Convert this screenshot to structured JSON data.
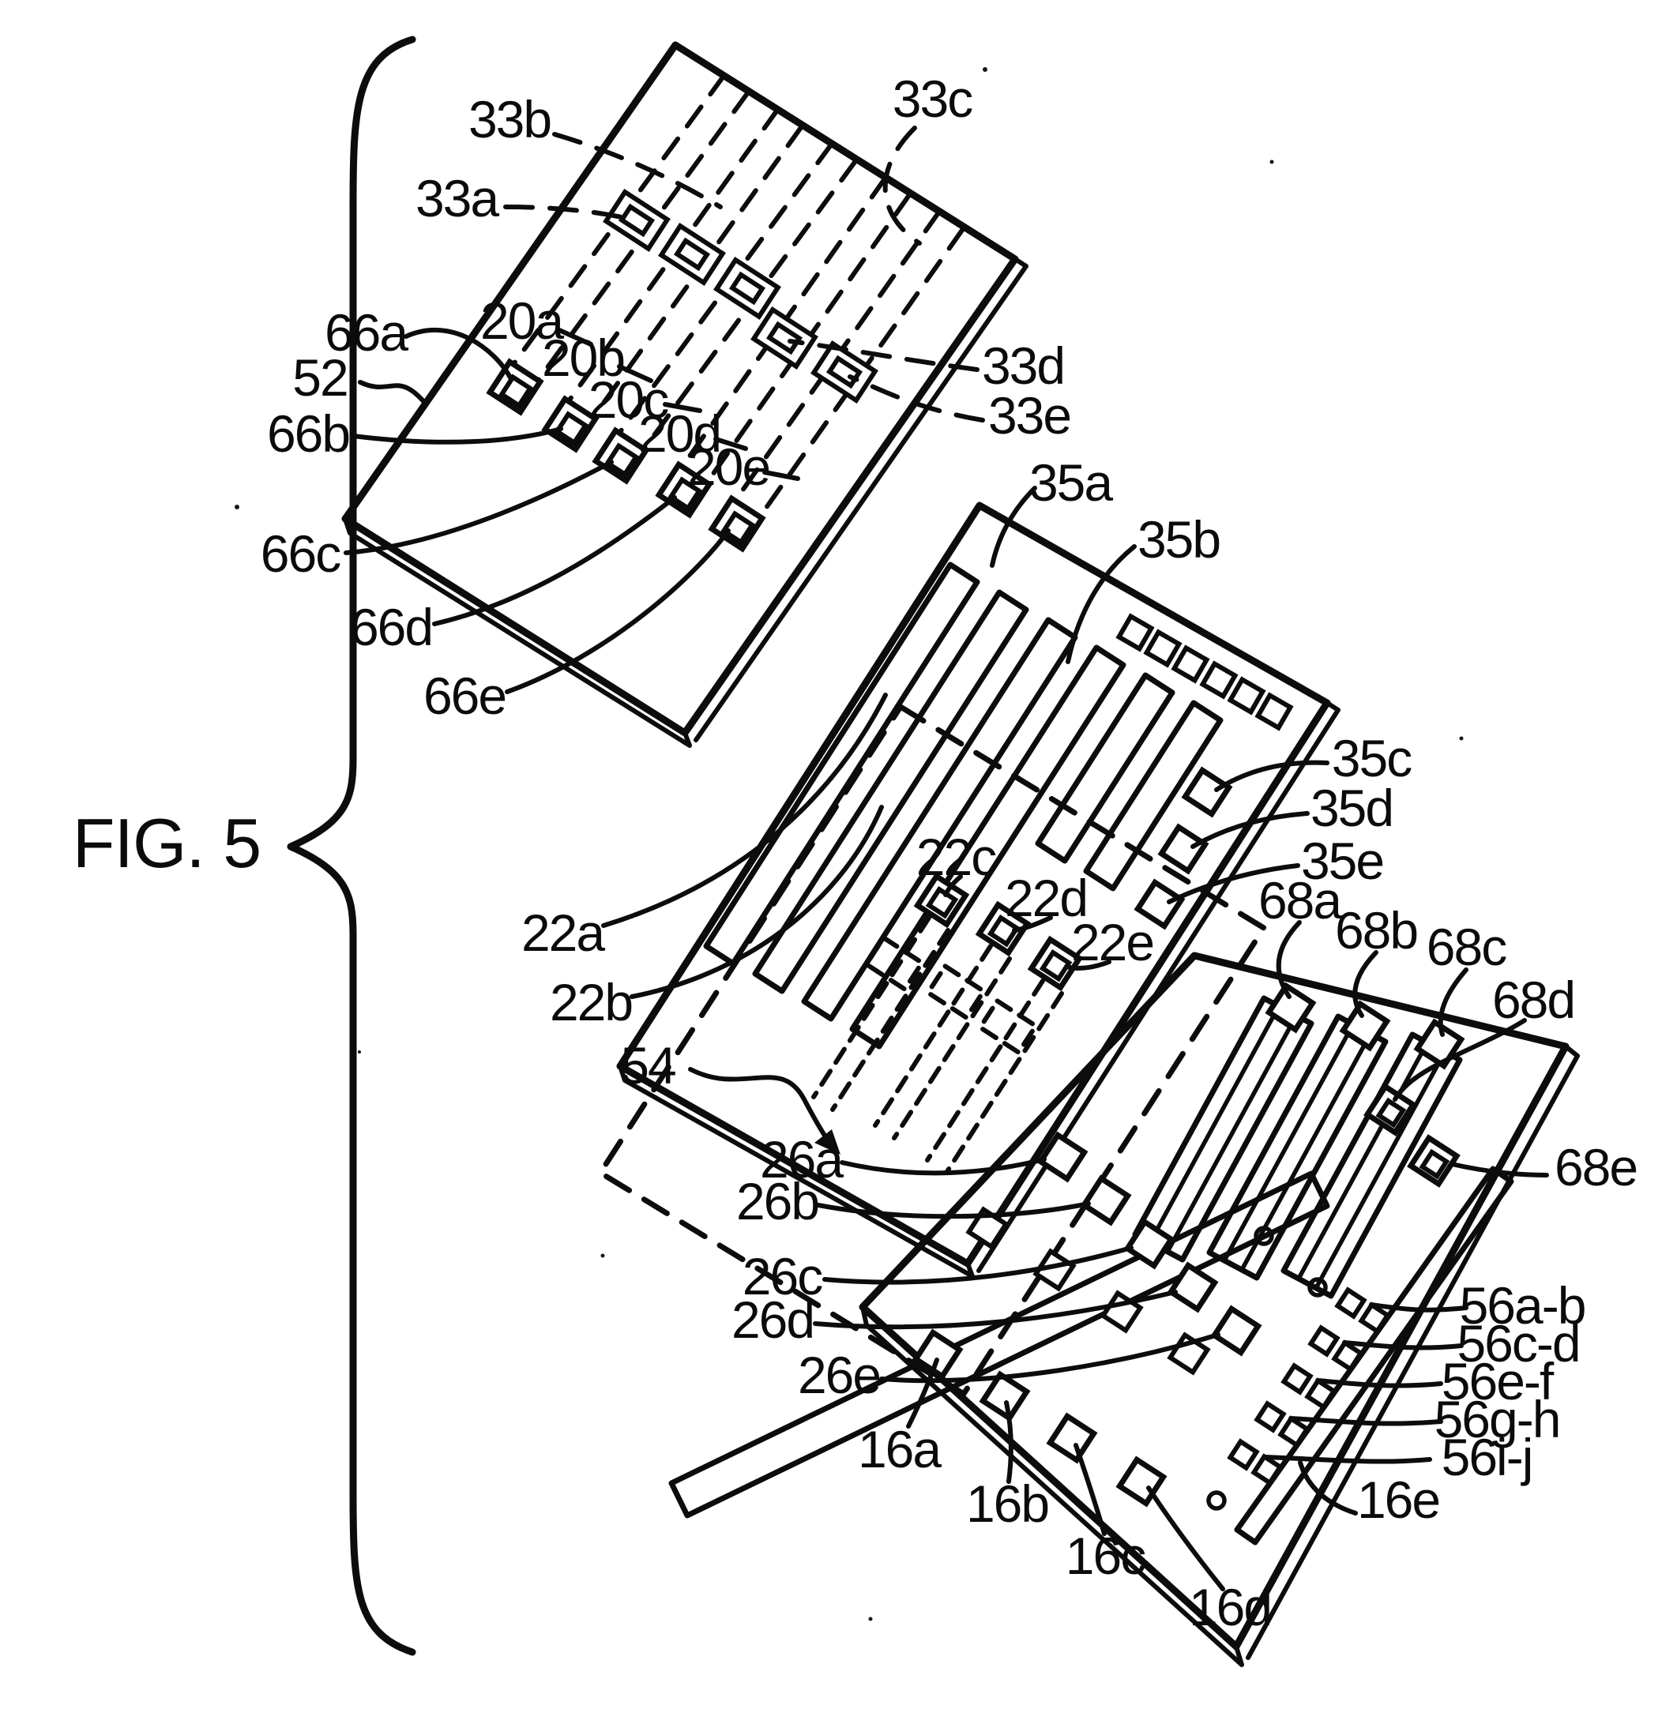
{
  "figure_label": "FIG. 5",
  "callouts": {
    "33a": "33a",
    "33b": "33b",
    "33c": "33c",
    "33d": "33d",
    "33e": "33e",
    "20a": "20a",
    "20b": "20b",
    "20c": "20c",
    "20d": "20d",
    "20e": "20e",
    "66a": "66a",
    "66b": "66b",
    "66c": "66c",
    "66d": "66d",
    "66e": "66e",
    "52": "52",
    "54": "54",
    "35a": "35a",
    "35b": "35b",
    "35c": "35c",
    "35d": "35d",
    "35e": "35e",
    "22a": "22a",
    "22b": "22b",
    "22c": "22c",
    "22d": "22d",
    "22e": "22e",
    "26a": "26a",
    "26b": "26b",
    "26c": "26c",
    "26d": "26d",
    "26e": "26e",
    "68a": "68a",
    "68b": "68b",
    "68c": "68c",
    "68d": "68d",
    "68e": "68e",
    "16a": "16a",
    "16b": "16b",
    "16c": "16c",
    "16d": "16d",
    "16e": "16e",
    "56ab": "56a-b",
    "56cd": "56c-d",
    "56ef": "56e-f",
    "56gh": "56g-h",
    "56ij": "56i-j"
  },
  "groups": {
    "top_plate": [
      "52",
      "33a",
      "33b",
      "33c",
      "33d",
      "33e",
      "20a",
      "20b",
      "20c",
      "20d",
      "20e",
      "66a",
      "66b",
      "66c",
      "66d",
      "66e"
    ],
    "middle_plate": [
      "54",
      "35a",
      "35b",
      "35c",
      "35d",
      "35e",
      "22a",
      "22b",
      "22c",
      "22d",
      "22e"
    ],
    "bottom_plate": [
      "26a",
      "26b",
      "26c",
      "26d",
      "26e",
      "68a",
      "68b",
      "68c",
      "68d",
      "68e",
      "16a",
      "16b",
      "16c",
      "16d",
      "16e",
      "56a-b",
      "56c-d",
      "56e-f",
      "56g-h",
      "56i-j"
    ]
  }
}
